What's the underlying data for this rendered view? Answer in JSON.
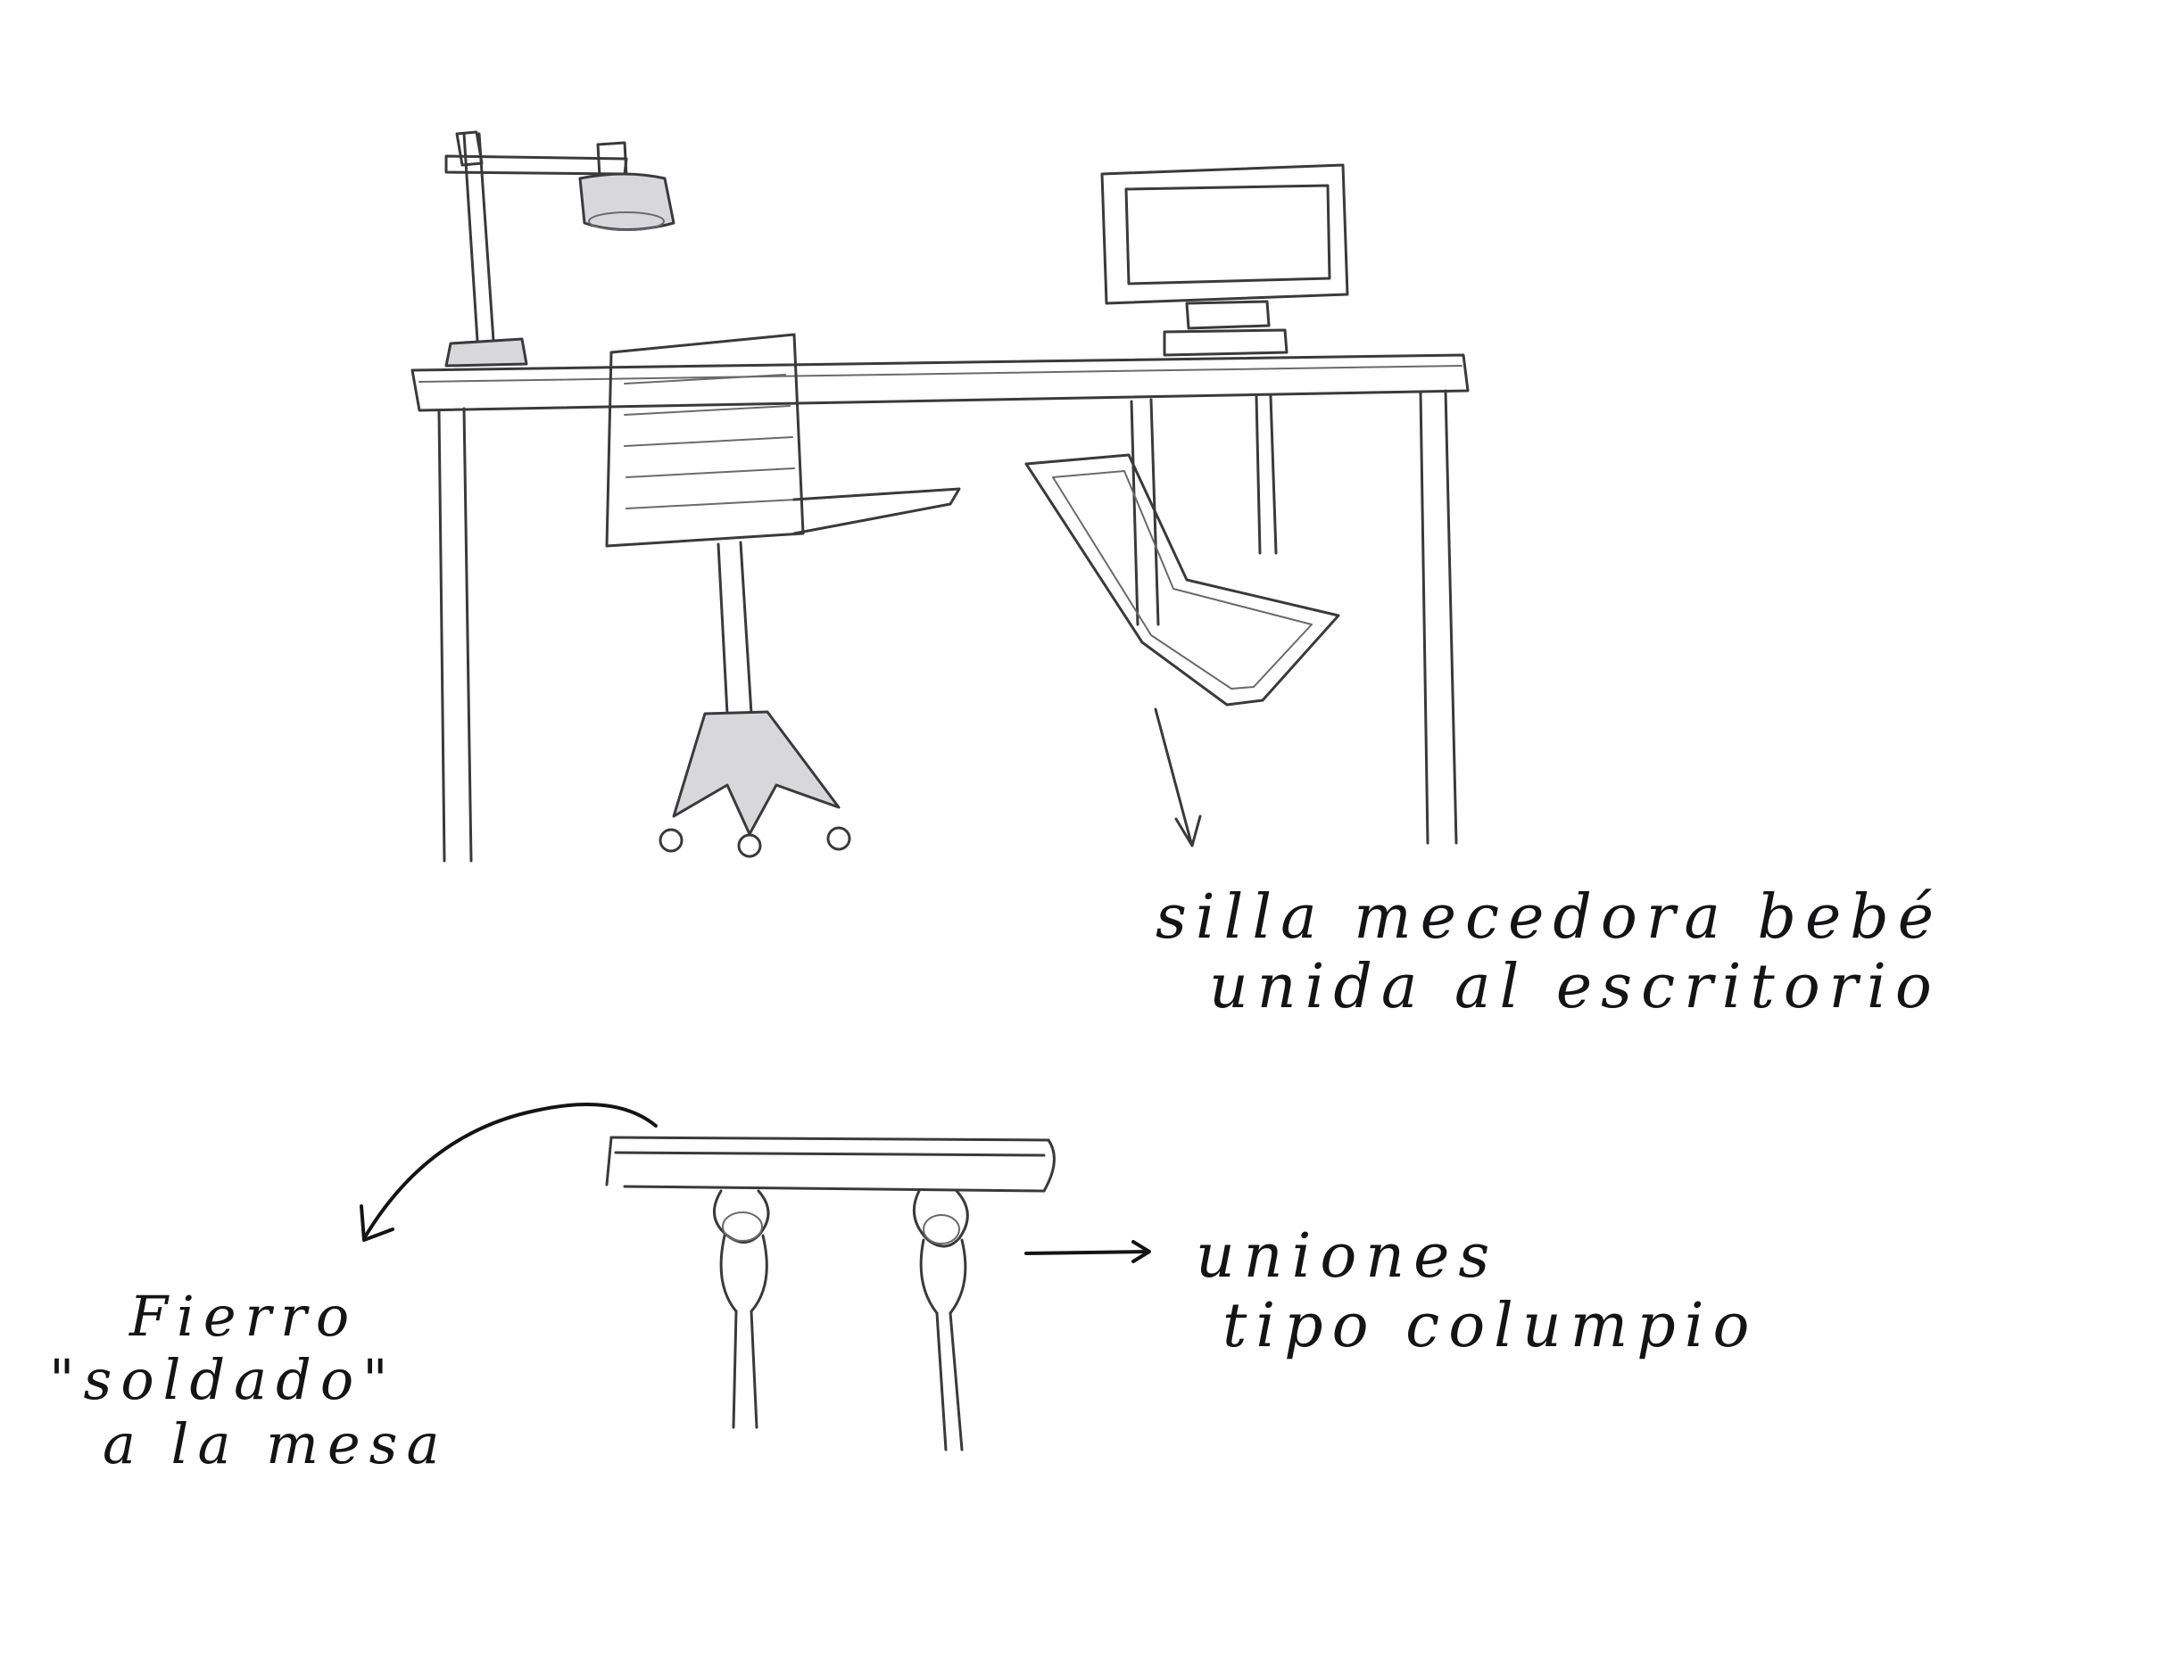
{
  "annotations": {
    "baby_rocker": {
      "line1": "silla mecedora bebé",
      "line2": "unida al escritorio"
    },
    "swing_joints": {
      "line1": "uniones",
      "line2": "tipo columpio"
    },
    "iron_bar": {
      "line1": "Fierro",
      "line2": "\"soldado\"",
      "line3": "a la mesa"
    }
  }
}
